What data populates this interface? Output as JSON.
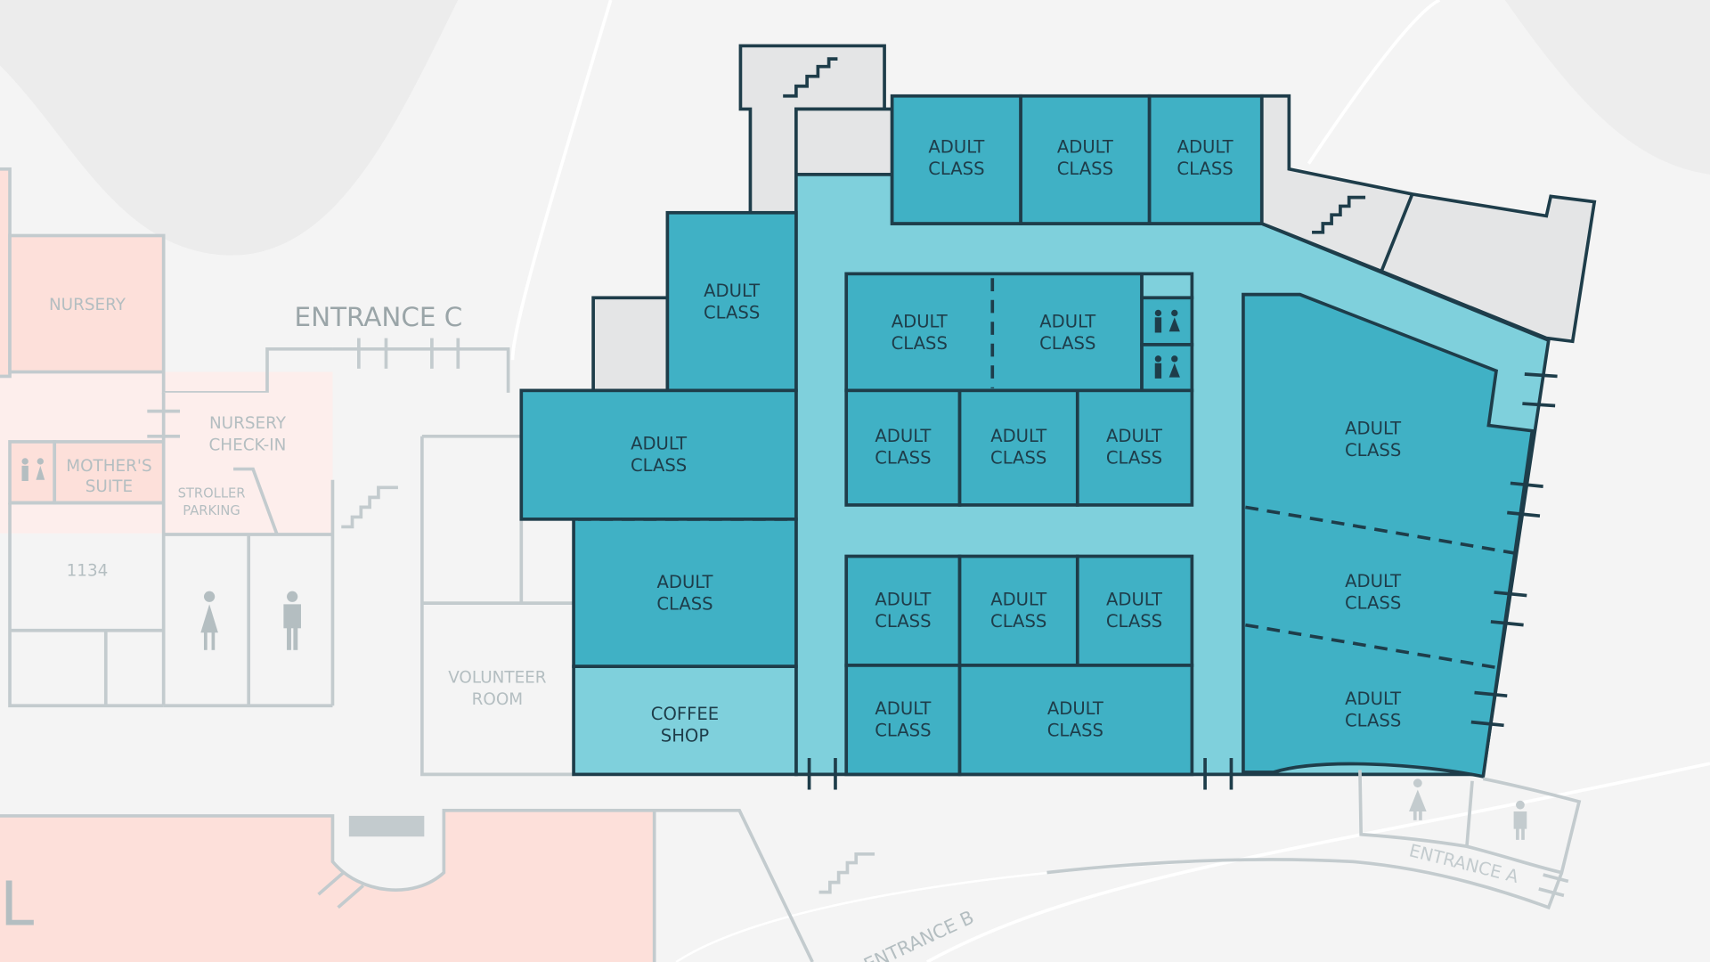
{
  "map": {
    "entrances": {
      "c": "ENTRANCE C",
      "a": "ENTRANCE A",
      "b": "ENTRANCE B"
    },
    "adult_class": [
      "ADULT",
      "CLASS"
    ],
    "coffee_shop": [
      "COFFEE",
      "SHOP"
    ],
    "nursery": "NURSERY",
    "nursery_checkin": [
      "NURSERY",
      "CHECK-IN"
    ],
    "mothers_suite": [
      "MOTHER'S",
      "SUITE"
    ],
    "stroller_parking": [
      "STROLLER",
      "PARKING"
    ],
    "room_1134": "1134",
    "volunteer_room": [
      "VOLUNTEER",
      "ROOM"
    ],
    "partial_sign": "L",
    "colors": {
      "dark_room": "#40b1c5",
      "corridor": "#7fd0dc",
      "outline": "#1e3d4a",
      "nursery": "#fde0da",
      "gray_wall": "#c3cbce"
    }
  }
}
